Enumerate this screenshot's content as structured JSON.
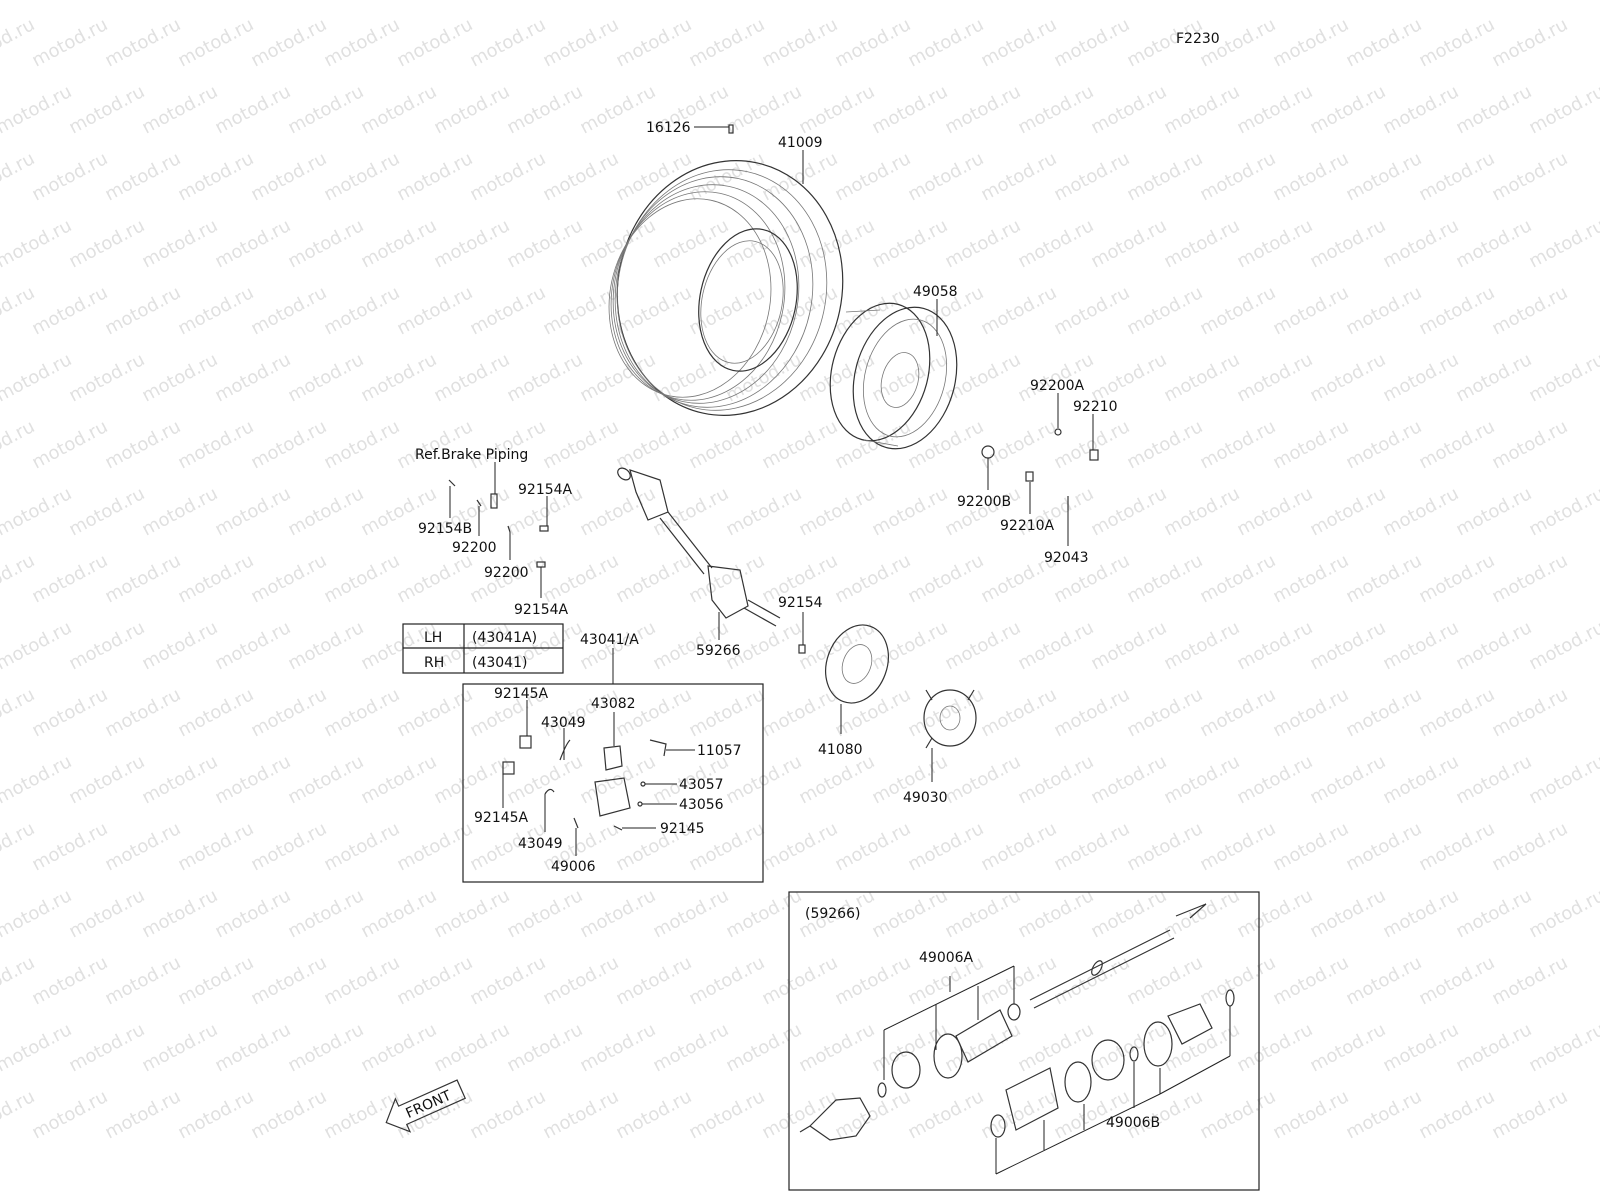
{
  "diagram_code": "F2230",
  "ref_note": "Ref.Brake Piping",
  "watermark": "motod.ru",
  "front_label": "FRONT",
  "table": {
    "rows": [
      {
        "side": "LH",
        "part": "(43041A)"
      },
      {
        "side": "RH",
        "part": "(43041)"
      }
    ]
  },
  "caliper_group_label": "43041/A",
  "inset_label": "(59266)",
  "parts": {
    "p16126": "16126",
    "p41009": "41009",
    "p49058": "49058",
    "p92200A": "92200A",
    "p92210": "92210",
    "p92200B": "92200B",
    "p92210A": "92210A",
    "p92043": "92043",
    "p92154A_top": "92154A",
    "p92154B": "92154B",
    "p92200_a": "92200",
    "p92200_b": "92200",
    "p92154A_bot": "92154A",
    "p92154": "92154",
    "p59266": "59266",
    "p41080": "41080",
    "p49030": "49030",
    "p92145A_top": "92145A",
    "p43082": "43082",
    "p43049_top": "43049",
    "p11057": "11057",
    "p43057": "43057",
    "p43056": "43056",
    "p92145A_bot": "92145A",
    "p92145": "92145",
    "p43049_bot": "43049",
    "p49006": "49006",
    "p49006A": "49006A",
    "p49006B": "49006B"
  }
}
